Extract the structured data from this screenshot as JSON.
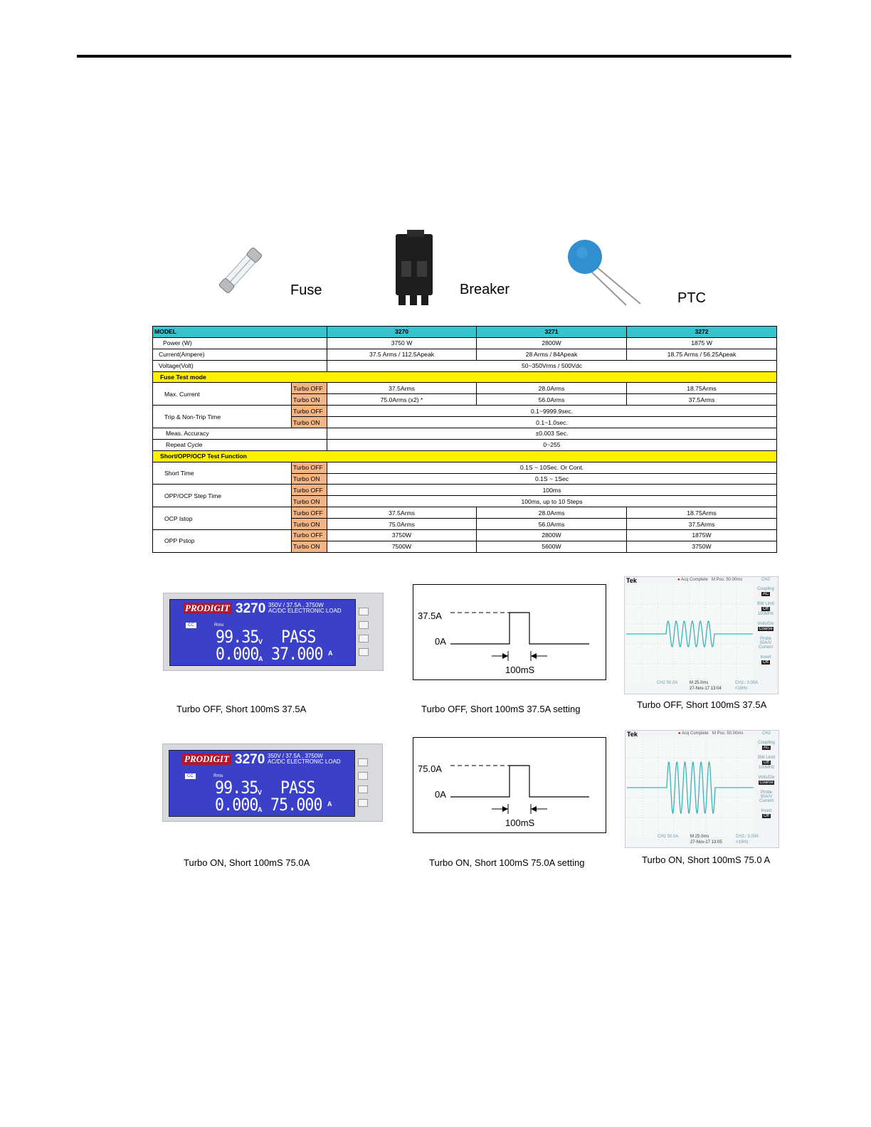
{
  "products": [
    {
      "label": "Fuse"
    },
    {
      "label": "Breaker"
    },
    {
      "label": "PTC"
    }
  ],
  "spec_table": {
    "header": [
      "MODEL",
      "3270",
      "3271",
      "3272"
    ],
    "power": {
      "label": "Power (W)",
      "values": [
        "3750 W",
        "2800W",
        "1875 W"
      ]
    },
    "current": {
      "label": "Current(Ampere)",
      "values": [
        "37.5 Arms / 112.5Apeak",
        "28 Arms / 84Apeak",
        "18.75 Arms / 56.25Apeak"
      ]
    },
    "voltage": {
      "label": "Voltage(Volt)",
      "value": "50~350Vrms / 500Vdc"
    },
    "fuse_section": "Fuse Test mode",
    "max_current": {
      "label": "Max. Current",
      "off_label": "Turbo OFF",
      "off": [
        "37.5Arms",
        "28.0Arms",
        "18.75Arms"
      ],
      "on_label": "Turbo ON",
      "on": [
        "75.0Arms (x2) *",
        "56.0Arms",
        "37.5Arms"
      ]
    },
    "trip_time": {
      "label": "Trip & Non-Trip Time",
      "off_label": "Turbo OFF",
      "off": "0.1~9999.9sec.",
      "on_label": "Turbo ON",
      "on": "0.1~1.0sec."
    },
    "accuracy": {
      "label": "Meas. Accuracy",
      "value": "±0.003 Sec."
    },
    "repeat": {
      "label": "Repeat Cycle",
      "value": "0~255"
    },
    "short_section": "Short/OPP/OCP Test Function",
    "short_time": {
      "label": "Short Time",
      "off_label": "Turbo OFF",
      "off": "0.1S ~ 10Sec. Or Cont.",
      "on_label": "Turbo ON",
      "on": "0.1S ~ 1Sec"
    },
    "step_time": {
      "label": "OPP/OCP Step Time",
      "off_label": "Turbo OFF",
      "off": "100ms",
      "on_label": "Turbo ON",
      "on": "100ms, up to 10 Steps"
    },
    "ocp": {
      "label": "OCP Istop",
      "off_label": "Turbo OFF",
      "off": [
        "37.5Arms",
        "28.0Arms",
        "18.75Arms"
      ],
      "on_label": "Turbo ON",
      "on": [
        "75.0Arms",
        "56.0Arms",
        "37.5Arms"
      ]
    },
    "opp": {
      "label": "OPP Pstop",
      "off_label": "Turbo OFF",
      "off": [
        "3750W",
        "2800W",
        "1875W"
      ],
      "on_label": "Turbo ON",
      "on": [
        "7500W",
        "5600W",
        "3750W"
      ]
    }
  },
  "panels": [
    {
      "brand": "PRODIGIT",
      "model": "3270",
      "spec_line1": "350V / 37.5A , 3750W",
      "spec_line2": "AC/DC ELECTRONIC LOAD",
      "mode": "CC",
      "rms": "Rms",
      "voltage": "99.35",
      "voltage_unit": "V",
      "status": "PASS",
      "current": "0.000",
      "current_unit": "A",
      "setting": "37.000",
      "setting_unit": "A",
      "caption": "Turbo OFF, Short 100mS  37.5A"
    },
    {
      "brand": "PRODIGIT",
      "model": "3270",
      "spec_line1": "350V / 37.5A , 3750W",
      "spec_line2": "AC/DC ELECTRONIC LOAD",
      "mode": "CC",
      "rms": "Rms",
      "voltage": "99.35",
      "voltage_unit": "V",
      "status": "PASS",
      "current": "0.000",
      "current_unit": "A",
      "setting": "75.000",
      "setting_unit": "A",
      "caption": "Turbo ON, Short 100mS  75.0A"
    }
  ],
  "timings": [
    {
      "high": "37.5A",
      "low": "0A",
      "width": "100mS",
      "caption": "Turbo OFF, Short 100mS  37.5A setting"
    },
    {
      "high": "75.0A",
      "low": "0A",
      "width": "100mS",
      "caption": "Turbo ON, Short 100mS  75.0A  setting"
    }
  ],
  "scopes": [
    {
      "brand": "Tek",
      "status": "Acq Complete",
      "pos": "M Pos: 50.00ms",
      "ch": "CH2",
      "coupling": "Coupling",
      "coupling_v": "AC",
      "bw": "BW Limit",
      "bw_v": "Off",
      "bw_v2": "100MHz",
      "vdiv": "Volts/Div",
      "vdiv_v": "Coarse",
      "probe": "Probe",
      "probe_v": "50A/V",
      "probe_v2": "Current",
      "invert": "Invert",
      "invert_v": "Off",
      "footer1": "CH2  50.0A",
      "footer2": "M 25.0ms",
      "footer3": "27-Nov-17 13:04",
      "footer4": "CH2 ∕ 3.00A",
      "footer5": "<10Hz",
      "caption": "Turbo OFF, Short 100mS  37.5A"
    },
    {
      "brand": "Tek",
      "status": "Acq Complete",
      "pos": "M Pos: 50.00ms",
      "ch": "CH2",
      "coupling": "Coupling",
      "coupling_v": "AC",
      "bw": "BW Limit",
      "bw_v": "Off",
      "bw_v2": "100MHz",
      "vdiv": "Volts/Div",
      "vdiv_v": "Coarse",
      "probe": "Probe",
      "probe_v": "50A/V",
      "probe_v2": "Current",
      "invert": "Invert",
      "invert_v": "Off",
      "footer1": "CH2  50.0A",
      "footer2": "M 25.0ms",
      "footer3": "27-Nov-17 13:05",
      "footer4": "CH2 ∕ 3.00A",
      "footer5": "<10Hz",
      "caption": "Turbo ON, Short 100mS  75.0 A"
    }
  ]
}
